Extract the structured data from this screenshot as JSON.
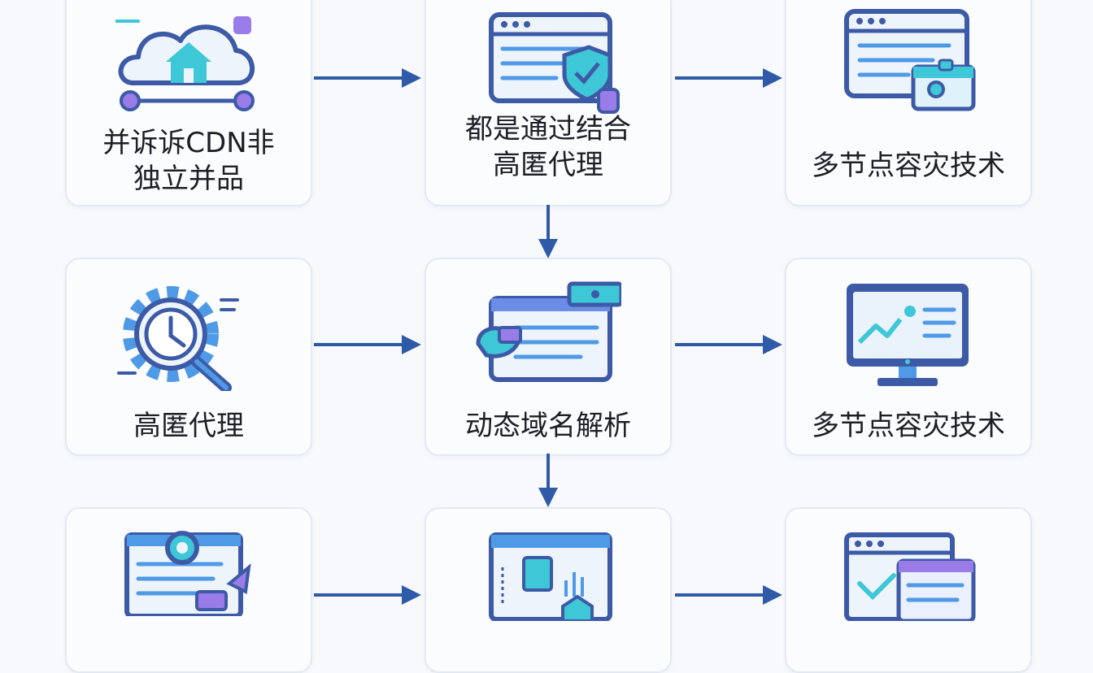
{
  "colors": {
    "card_border": "#e3e9f2",
    "arrow": "#2f5aa8",
    "icon_outline": "#3d5aa6",
    "icon_teal": "#3ec7d6",
    "icon_purple": "#9a7ce8",
    "icon_blue": "#4f9ae6"
  },
  "cards": [
    {
      "label": "并诉诉CDN非\n独立并品",
      "icon": "cloud-home-icon"
    },
    {
      "label": "都是通过结合\n高匿代理",
      "icon": "browser-shield-icon"
    },
    {
      "label": "多节点容灾技术",
      "icon": "browser-badge-icon"
    },
    {
      "label": "高匿代理",
      "icon": "gear-clock-search-icon"
    },
    {
      "label": "动态域名解析",
      "icon": "browser-chat-icon"
    },
    {
      "label": "多节点容灾技术",
      "icon": "monitor-chart-icon"
    },
    {
      "label": "",
      "icon": "document-pin-icon"
    },
    {
      "label": "",
      "icon": "dashboard-shield-icon"
    },
    {
      "label": "",
      "icon": "browser-check-icon"
    }
  ]
}
